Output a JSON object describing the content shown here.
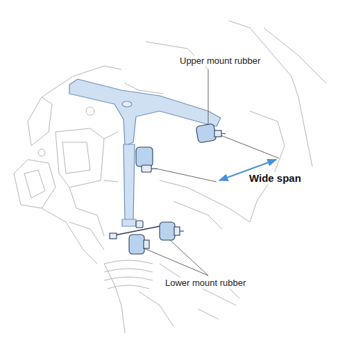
{
  "diagram": {
    "labels": [
      "Upper mount rubber",
      "Wide span",
      "Lower mount rubber"
    ]
  }
}
